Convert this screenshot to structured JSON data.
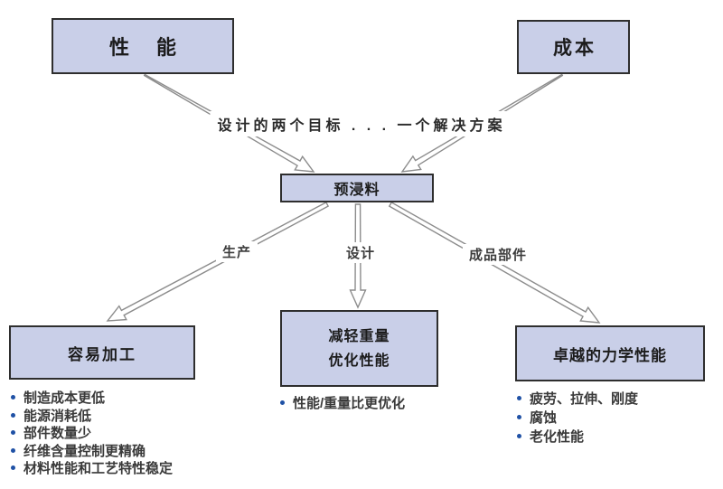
{
  "diagram": {
    "top_boxes": [
      {
        "id": "performance",
        "label": "性 能"
      },
      {
        "id": "cost",
        "label": "成本"
      }
    ],
    "banner": "设计的两个目标 . . . 一个解决方案",
    "center_box": {
      "id": "prepreg",
      "label": "预浸料"
    },
    "bottom_sections": [
      {
        "id": "easy-processing",
        "title_lines": [
          "容易加工"
        ],
        "bullets": [
          "制造成本更低",
          "能源消耗低",
          "部件数量少",
          "纤维含量控制更精确",
          "材料性能和工艺特性稳定"
        ]
      },
      {
        "id": "weight-performance",
        "title_lines": [
          "减轻重量",
          "优化性能"
        ],
        "bullets": [
          "性能/重量比更优化"
        ]
      },
      {
        "id": "mechanical",
        "title_lines": [
          "卓越的力学性能"
        ],
        "bullets": [
          "疲劳、拉伸、刚度",
          "腐蚀",
          "老化性能"
        ]
      }
    ],
    "connections": [
      {
        "from": "performance",
        "to": "prepreg",
        "label": ""
      },
      {
        "from": "cost",
        "to": "prepreg",
        "label": ""
      },
      {
        "from": "prepreg",
        "to": "easy-processing",
        "label": "生产"
      },
      {
        "from": "prepreg",
        "to": "weight-performance",
        "label": "设计"
      },
      {
        "from": "prepreg",
        "to": "mechanical",
        "label": "成品部件"
      }
    ],
    "colors": {
      "box_fill": "#c9cfe8",
      "box_border": "#2e2e2e",
      "arrow": "#8c8c8c",
      "bullet": "#1f51a5",
      "text": "#3a3a3a"
    }
  }
}
